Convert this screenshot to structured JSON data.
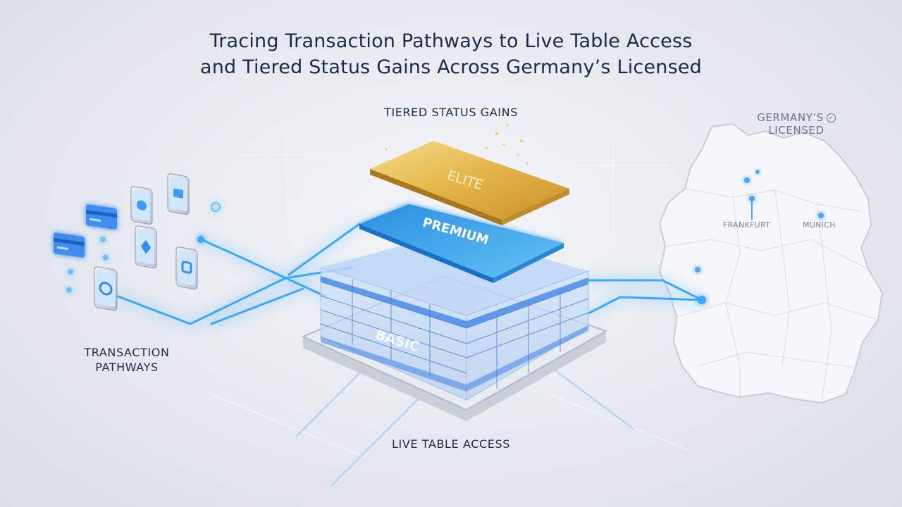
{
  "title": {
    "line1": "Tracing Transaction Pathways to Live Table Access",
    "line2": "and Tiered Status Gains Across Germany’s Licensed"
  },
  "labels": {
    "tiered_status": "TIERED STATUS GAINS",
    "transaction_line1": "TRANSACTION",
    "transaction_line2": "PATHWAYS",
    "live_table": "LIVE TABLE ACCESS",
    "germany_line1": "GERMANY’S",
    "germany_line2": "LICENSED",
    "frankfurt": "FRANKFURT",
    "munich": "MUNICH"
  },
  "tiers": {
    "elite": "ELITE",
    "premium": "PREMIUM",
    "basic": "BASIC"
  },
  "icons": [
    "credit-card-icon",
    "smartphone-icon",
    "check-circle-icon",
    "location-pin-icon"
  ],
  "colors": {
    "title": "#1b2a48",
    "glow": "#3fa9ff",
    "gold": "#e6b84a",
    "premium": "#3a9fe6",
    "basic": "#6fa8e8",
    "map": "#f4f6f9"
  }
}
